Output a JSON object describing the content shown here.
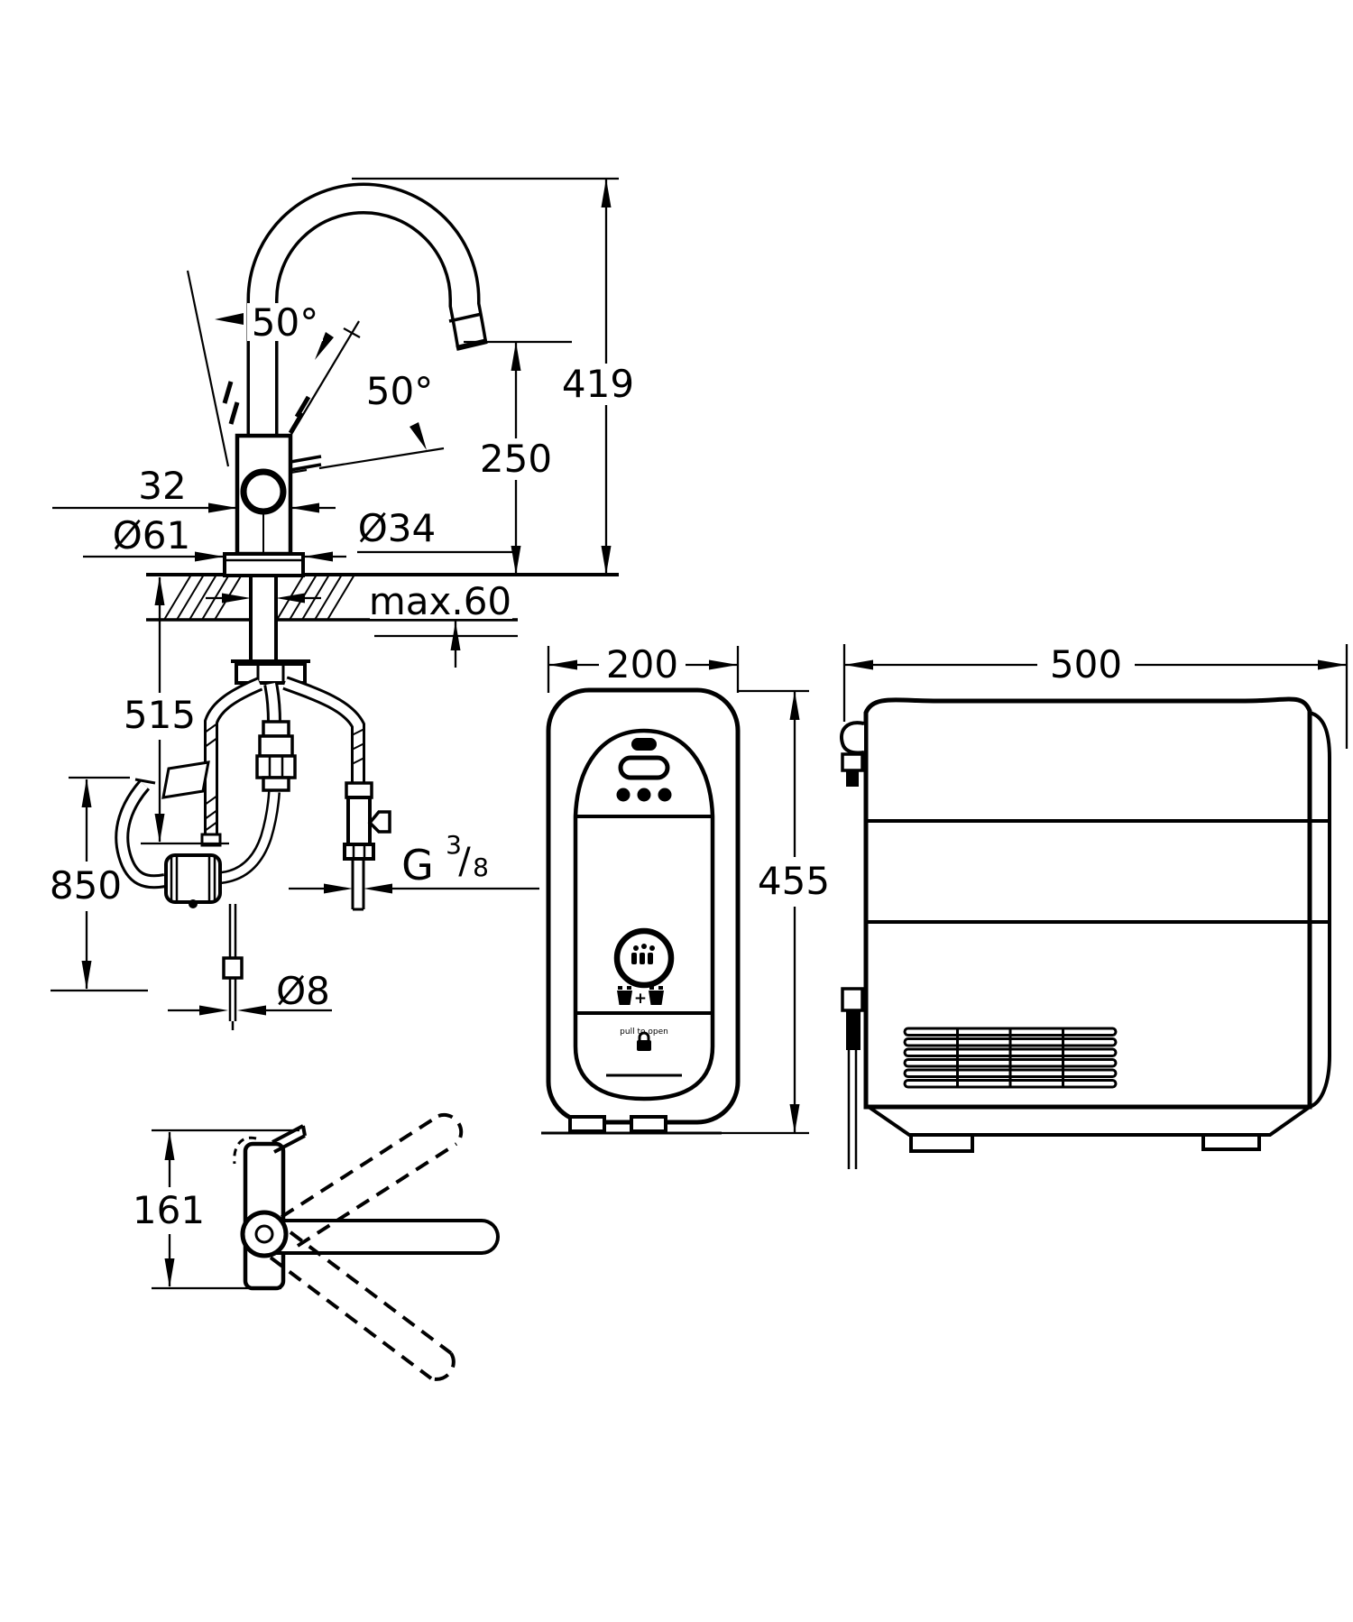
{
  "faucet": {
    "angle_left": "50°",
    "angle_right": "50°",
    "overall_height": "419",
    "spout_height": "250",
    "body_width": "32",
    "base_diameter": "Ø61",
    "shank_diameter": "Ø34",
    "counter_thickness": "max.60",
    "hose_length_a": "515",
    "hose_length_b": "850",
    "thread_letter": "G",
    "thread_numerator": "3",
    "thread_slash": "/",
    "thread_denominator": "8",
    "capillary_diameter": "Ø8",
    "side_height": "161"
  },
  "cooler": {
    "front_width": "200",
    "front_height": "455",
    "side_width": "500",
    "pull_to_open_label": "pull to open",
    "plus_sign": "+"
  }
}
